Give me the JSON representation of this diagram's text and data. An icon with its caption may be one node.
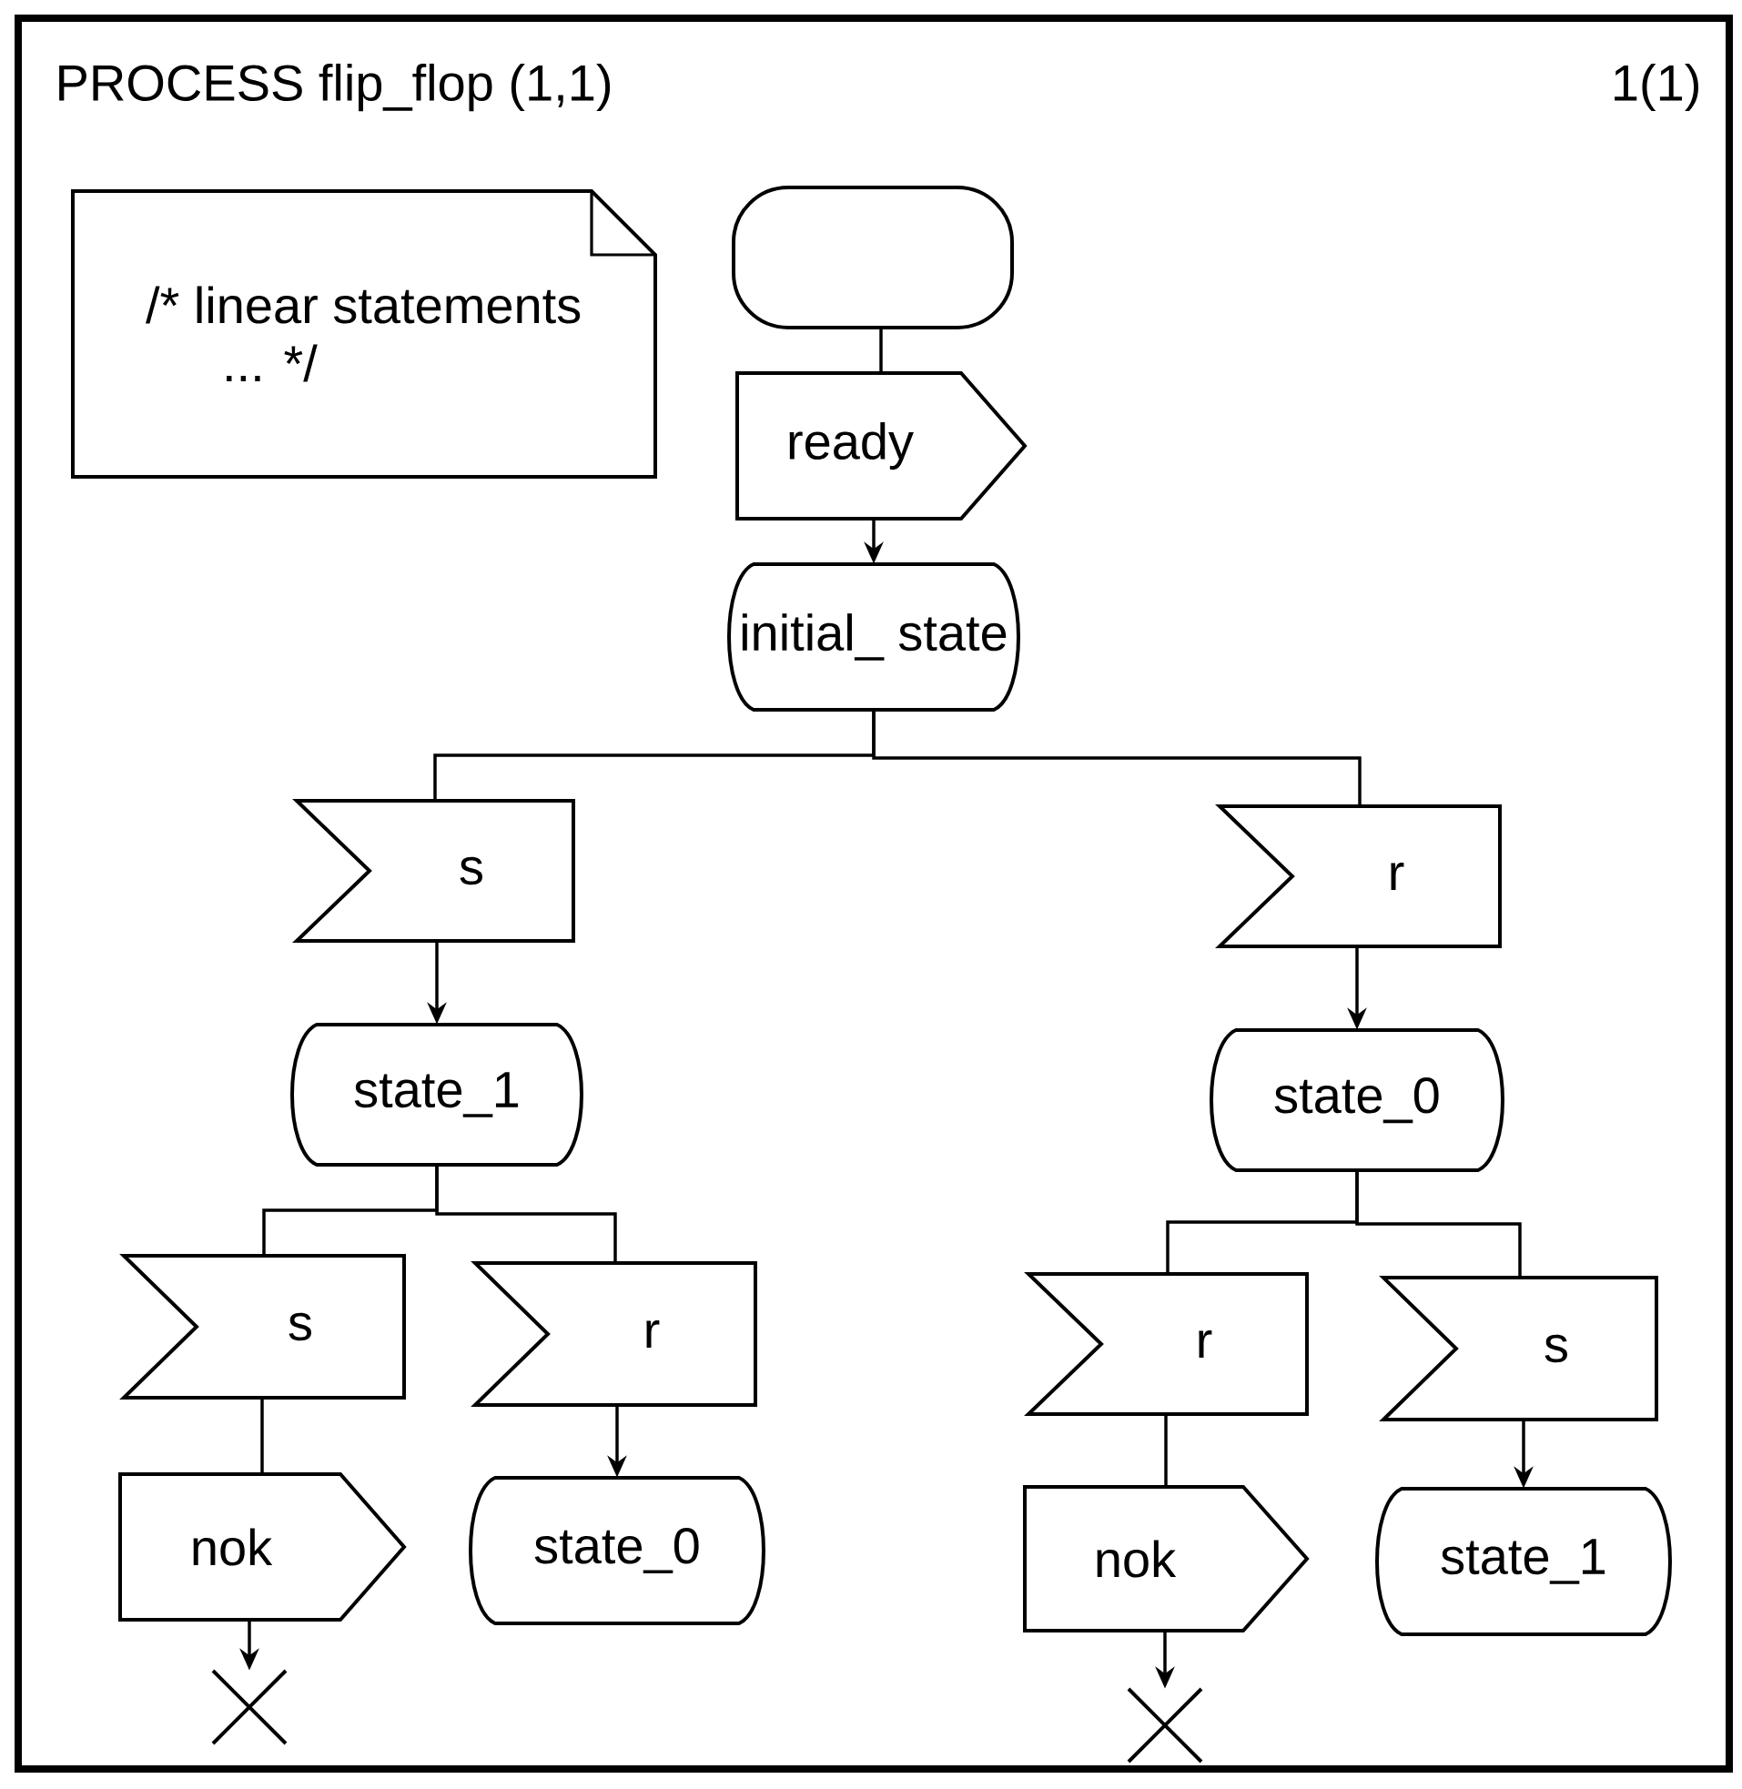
{
  "diagram": {
    "title": "PROCESS flip_flop (1,1)",
    "nodes": [
      {
        "text": [
          "/* linear statements ... */"
        ]
      },
      {
        "text": [],
        "shape": "oval"
      },
      {
        "text": [
          "ready"
        ]
      },
      {
        "text": [
          "initial_ state"
        ]
      },
      {
        "text": [
          "s"
        ]
      },
      {
        "text": [
          "r"
        ]
      },
      {
        "text": [
          "state_1"
        ]
      },
      {
        "text": [
          "state_0"
        ]
      },
      {
        "text": [
          "s"
        ]
      },
      {
        "text": [
          "r"
        ]
      },
      {
        "text": [
          "r"
        ]
      },
      {
        "text": [
          "s"
        ]
      },
      {
        "text": [
          "nok"
        ]
      },
      {
        "text": [
          "state_0"
        ]
      },
      {
        "text": [
          "nok"
        ]
      },
      {
        "text": [
          "state_1"
        ]
      },
      {
        "text": [],
        "shape": "cross"
      },
      {
        "text": [],
        "shape": "cross"
      }
    ],
    "edges": [
      {
        "from": 1,
        "to": 2,
        "arrow": "none"
      },
      {
        "from": 2,
        "to": 3,
        "arrow": "to"
      },
      {
        "from": 3,
        "to": 4,
        "arrow": "none"
      },
      {
        "from": 3,
        "to": 5,
        "arrow": "none"
      },
      {
        "from": 4,
        "to": 6,
        "arrow": "to"
      },
      {
        "from": 5,
        "to": 7,
        "arrow": "to"
      },
      {
        "from": 6,
        "to": 8,
        "arrow": "none"
      },
      {
        "from": 6,
        "to": 9,
        "arrow": "none"
      },
      {
        "from": 7,
        "to": 10,
        "arrow": "none"
      },
      {
        "from": 7,
        "to": 11,
        "arrow": "none"
      },
      {
        "from": 8,
        "to": 12,
        "arrow": "none"
      },
      {
        "from": 9,
        "to": 13,
        "arrow": "to"
      },
      {
        "from": 10,
        "to": 14,
        "arrow": "none"
      },
      {
        "from": 11,
        "to": 15,
        "arrow": "to"
      },
      {
        "from": 12,
        "to": 16,
        "arrow": "to"
      },
      {
        "from": 14,
        "to": 17,
        "arrow": "to"
      }
    ],
    "labels": [
      "1(1)"
    ]
  }
}
